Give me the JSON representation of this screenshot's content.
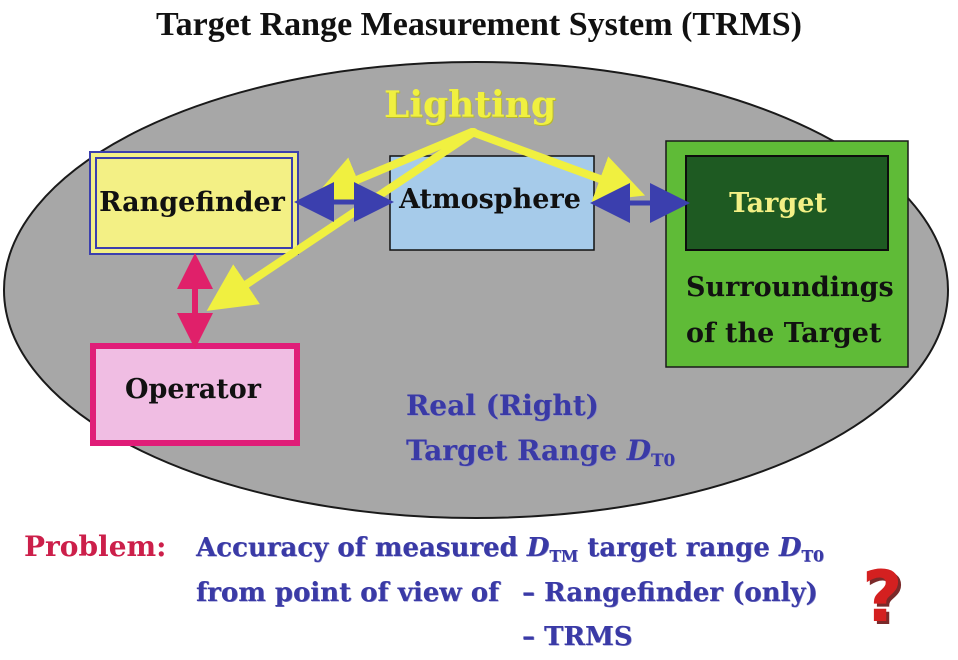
{
  "title": "Target Range Measurement System (TRMS)",
  "lighting": "Lighting",
  "boxes": {
    "rangefinder": "Rangefinder",
    "atmosphere": "Atmosphere",
    "target": "Target",
    "operator": "Operator",
    "surroundings_line1": "Surroundings",
    "surroundings_line2": "of the Target"
  },
  "real_range": {
    "line1": "Real (Right)",
    "line2_text": "Target Range ",
    "symbol": "D",
    "subscript": "T0"
  },
  "problem": {
    "label": "Problem:",
    "line1_a": "Accuracy of measured ",
    "line1_symbol": "D",
    "line1_sub": "TM",
    "line1_b": " target range ",
    "line1_symbol2": "D",
    "line1_sub2": "T0",
    "line2_a": "from point of view of",
    "line2_b": "– Rangefinder (only)",
    "line3": "– TRMS",
    "question": "?"
  },
  "colors": {
    "ellipse": "#a7a7a7",
    "rangefinder_fill": "#f3f085",
    "atmosphere_fill": "#a6cbea",
    "target_outer": "#5fbb37",
    "target_inner": "#1e5a22",
    "target_text": "#f3f085",
    "operator_fill": "#f0bde3",
    "operator_border": "#e01d78",
    "arrow_blue": "#3b3fae",
    "arrow_pink": "#e0206a",
    "arrow_yellow": "#f0f040",
    "text_blue": "#3a3aa6"
  }
}
